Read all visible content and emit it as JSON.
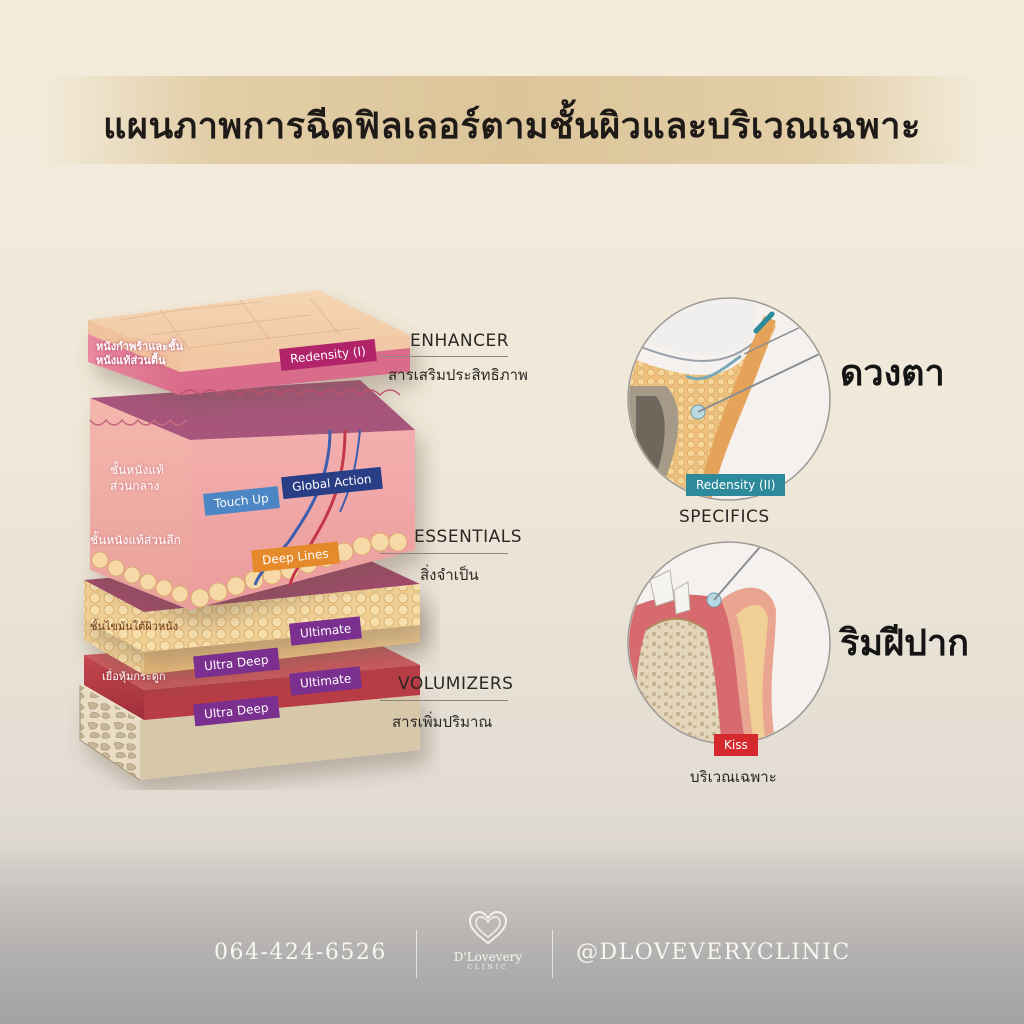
{
  "title": "แผนภาพการฉีดฟิลเลอร์ตามชั้นผิวและบริเวณเฉพาะ",
  "layers": {
    "top_side_label": "หนังกำพร้าและชั้นหนังแท้ส่วนตื้น",
    "mid_side_label_1": "ชั้นหนังแท้ส่วนกลาง",
    "mid_side_label_2": "ชั้นหนังแท้ส่วนลึก",
    "fat_side_label": "ชั้นไขมันใต้ผิวหนัง",
    "bone_side_label": "เยื่อหุ้มกระดูก"
  },
  "product_tags": {
    "redensity_1": "Redensity (I)",
    "touch_up": "Touch Up",
    "global_action": "Global Action",
    "deep_lines": "Deep Lines",
    "ultra_deep_1": "Ultra Deep",
    "ultimate_1": "Ultimate",
    "ultra_deep_2": "Ultra Deep",
    "ultimate_2": "Ultimate"
  },
  "categories": {
    "enhancer_en": "ENHANCER",
    "enhancer_th": "สารเสริมประสิทธิภาพ",
    "essentials_en": "ESSENTIALS",
    "essentials_th": "สิ่งจำเป็น",
    "volumizers_en": "VOLUMIZERS",
    "volumizers_th": "สารเพิ่มปริมาณ"
  },
  "specifics": {
    "eye_label": "ดวงตา",
    "eye_tag": "Redensity (II)",
    "section_en": "SPECIFICS",
    "lip_label": "ริมฝีปาก",
    "lip_tag": "Kiss",
    "section_th": "บริเวณเฉพาะ"
  },
  "footer": {
    "phone": "064-424-6526",
    "brand": "D'Lovevery",
    "brand_sub": "CLINIC",
    "handle": "@DLOVEVERYCLINIC"
  },
  "colors": {
    "tag_magenta": "#b2246a",
    "tag_blue": "#4c86c4",
    "tag_navy": "#2a3e86",
    "tag_orange": "#e58a2a",
    "tag_purple": "#7b2f8e",
    "tag_teal": "#2c8a9b",
    "tag_red": "#d42a2e"
  }
}
